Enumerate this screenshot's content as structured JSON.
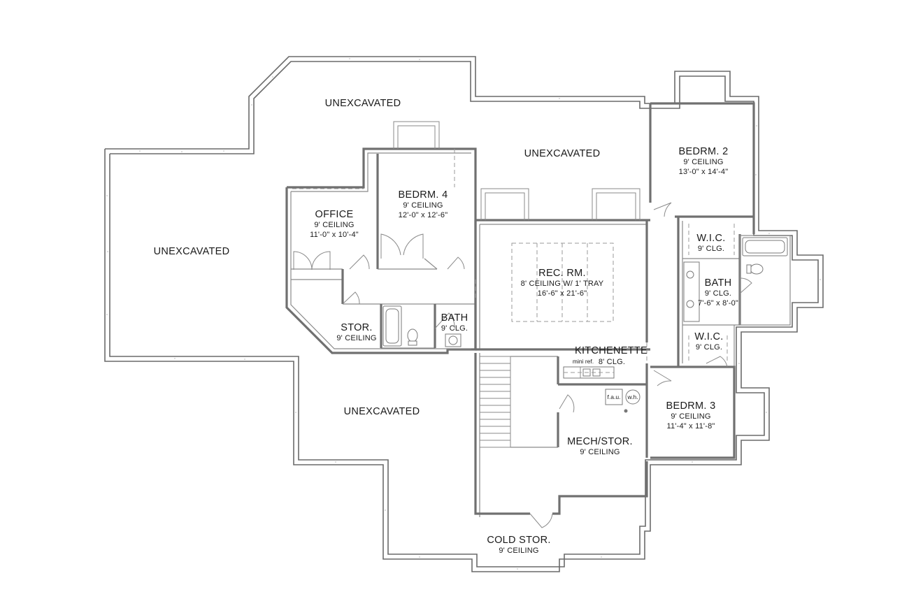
{
  "rooms": {
    "unexc_top": {
      "name": "UNEXCAVATED"
    },
    "unexc_mid": {
      "name": "UNEXCAVATED"
    },
    "unexc_left": {
      "name": "UNEXCAVATED"
    },
    "unexc_bottom": {
      "name": "UNEXCAVATED"
    },
    "bedrm2": {
      "name": "BEDRM. 2",
      "ceiling": "9' CEILING",
      "size": "13'-0\" x 14'-4\""
    },
    "bedrm4": {
      "name": "BEDRM. 4",
      "ceiling": "9' CEILING",
      "size": "12'-0\" x 12'-6\""
    },
    "office": {
      "name": "OFFICE",
      "ceiling": "9' CEILING",
      "size": "11'-0\" x 10'-4\""
    },
    "rec": {
      "name": "REC. RM.",
      "ceiling": "8' CEILING W/ 1' TRAY",
      "size": "16'-6\" x 21'-6\""
    },
    "wic1": {
      "name": "W.I.C.",
      "ceiling": "9' CLG."
    },
    "bath_right": {
      "name": "BATH",
      "ceiling": "9' CLG.",
      "size": "7'-6\" x 8'-0\""
    },
    "wic2": {
      "name": "W.I.C.",
      "ceiling": "9' CLG."
    },
    "stor": {
      "name": "STOR.",
      "ceiling": "9' CEILING"
    },
    "bath_left": {
      "name": "BATH",
      "ceiling": "9' CLG."
    },
    "kitchenette": {
      "name": "KITCHENETTE",
      "ceiling": "8' CLG.",
      "note": "mini ref."
    },
    "bedrm3": {
      "name": "BEDRM. 3",
      "ceiling": "9' CEILING",
      "size": "11'-4\" x 11'-8\""
    },
    "mech": {
      "name": "MECH/STOR.",
      "ceiling": "9' CEILING",
      "fau": "f.a.u.",
      "wh": "w.h."
    },
    "cold": {
      "name": "COLD STOR.",
      "ceiling": "9' CEILING"
    }
  }
}
